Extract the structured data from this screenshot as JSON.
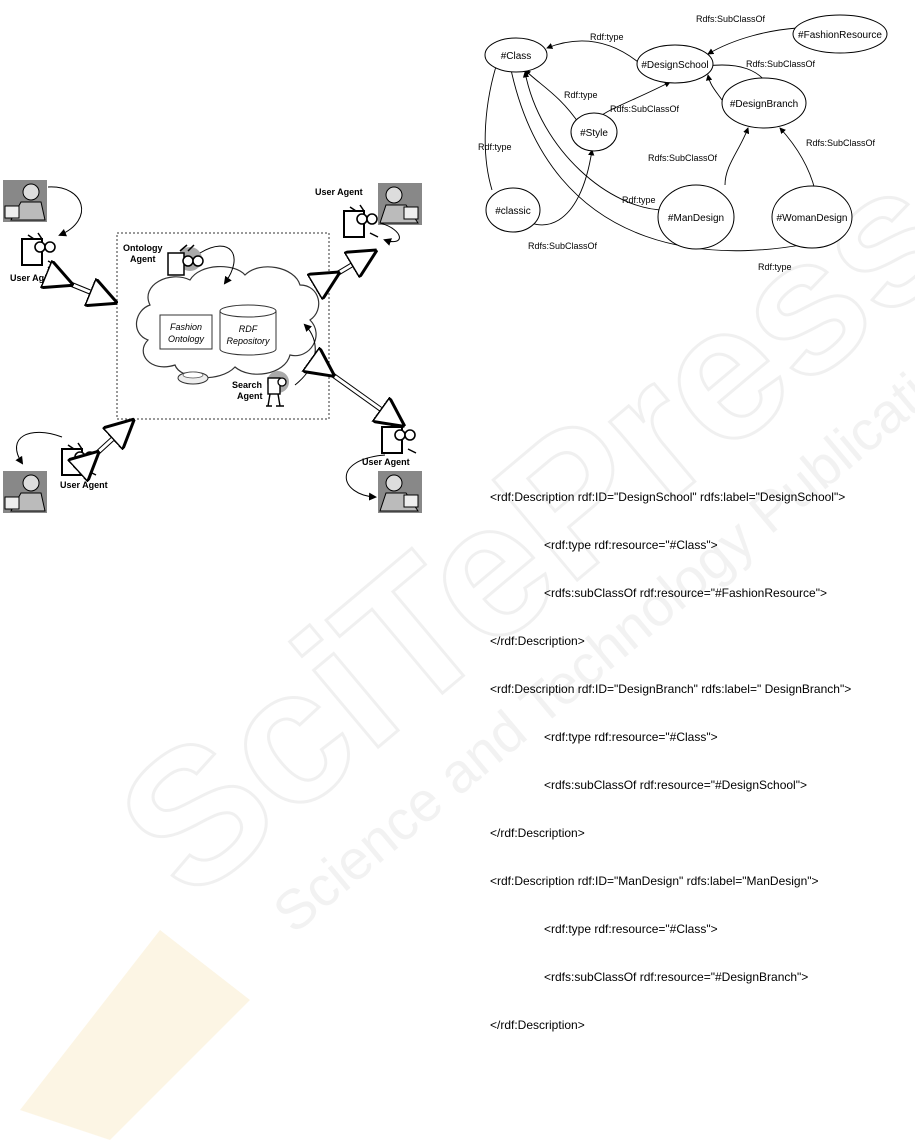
{
  "figure1": {
    "labels": {
      "ontology_agent": [
        "Ontology",
        "Agent"
      ],
      "search_agent": [
        "Search",
        "Agent"
      ],
      "fashion_ontology": [
        "Fashion",
        "Ontology"
      ],
      "rdf_repository": [
        "RDF",
        "Repository"
      ],
      "user_agent": "User Agent"
    }
  },
  "figure2": {
    "nodes": {
      "class": "#Class",
      "design_school": "#DesignSchool",
      "fashion_resource": "#FashionResource",
      "design_branch": "#DesignBranch",
      "style": "#Style",
      "classic": "#classic",
      "man_design": "#ManDesign",
      "woman_design": "#WomanDesign"
    },
    "edge_labels": {
      "rdf_type": "Rdf:type",
      "rdfs_subclassof": "Rdfs:SubClassOf"
    }
  },
  "rdf_code": [
    {
      "text": "<rdf:Description rdf:ID=\"DesignSchool\" rdfs:label=\"DesignSchool\">",
      "indent": false
    },
    {
      "text": "<rdf:type rdf:resource=\"#Class\">",
      "indent": true
    },
    {
      "text": "<rdfs:subClassOf rdf:resource=\"#FashionResource\">",
      "indent": true
    },
    {
      "text": "</rdf:Description>",
      "indent": false
    },
    {
      "text": "<rdf:Description rdf:ID=\"DesignBranch\" rdfs:label=\" DesignBranch\">",
      "indent": false
    },
    {
      "text": "<rdf:type rdf:resource=\"#Class\">",
      "indent": true
    },
    {
      "text": "<rdfs:subClassOf rdf:resource=\"#DesignSchool\">",
      "indent": true
    },
    {
      "text": "</rdf:Description>",
      "indent": false
    },
    {
      "text": "<rdf:Description rdf:ID=\"ManDesign\" rdfs:label=\"ManDesign\">",
      "indent": false
    },
    {
      "text": "<rdf:type rdf:resource=\"#Class\">",
      "indent": true
    },
    {
      "text": "<rdfs:subClassOf rdf:resource=\"#DesignBranch\">",
      "indent": true
    },
    {
      "text": "</rdf:Description>",
      "indent": false
    }
  ],
  "watermark": {
    "brand": "SciTePress",
    "tagline": "Science and Technology Publications"
  }
}
